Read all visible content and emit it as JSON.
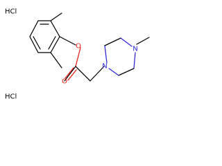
{
  "salt_labels": [
    "HCl",
    "HCl"
  ],
  "atoms": {
    "ester_oxygen": "O",
    "carbonyl_oxygen": "O",
    "piperazine_n1": "N",
    "piperazine_n4": "N"
  },
  "colors": {
    "bond": "#000000",
    "oxygen": "#e8190f",
    "nitrogen": "#2d25d9",
    "background": "#ffffff"
  }
}
